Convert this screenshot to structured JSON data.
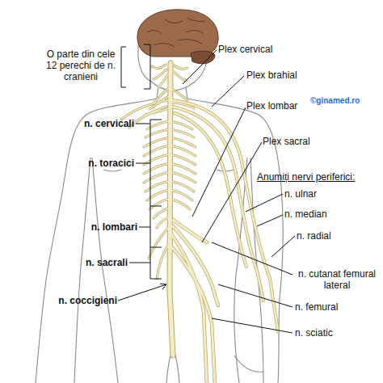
{
  "diagram": {
    "labels": [
      "O parte din cele 12 perechi de n. cranieni",
      "Plex cervical",
      "Plex brahial",
      "©ginamed.ro",
      "Plex lombar",
      "Plex sacral",
      "n. cervicali",
      "n. toracici",
      "Anumiți nervi periferici:",
      "n. ulnar",
      "n. median",
      "n. radial",
      "n. lombari",
      "n. sacrali",
      "n. cutanat femural lateral",
      "n. coccigieni",
      "n. femural",
      "n. sciatic"
    ]
  }
}
